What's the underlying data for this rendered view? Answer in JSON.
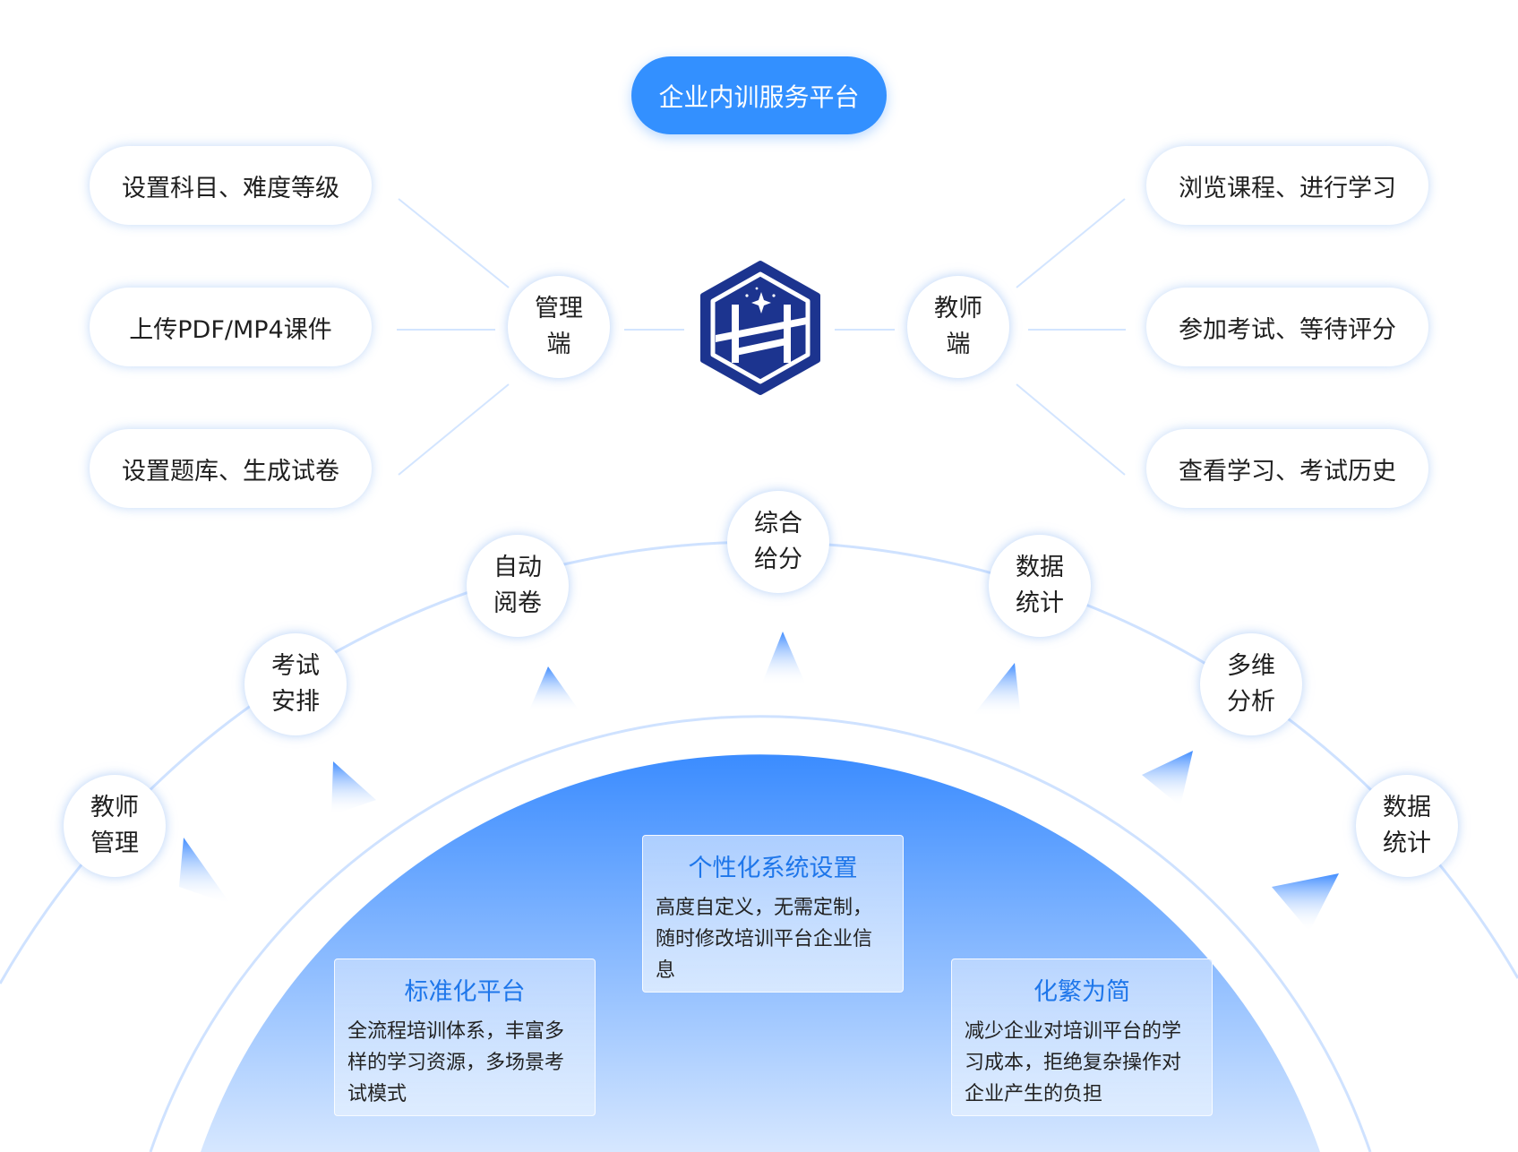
{
  "title": "企业内训服务平台",
  "admin": {
    "label_line1": "管理",
    "label_line2": "端",
    "items": [
      "设置科目、难度等级",
      "上传PDF/MP4课件",
      "设置题库、生成试卷"
    ]
  },
  "teacher": {
    "label_line1": "教师",
    "label_line2": "端",
    "items": [
      "浏览课程、进行学习",
      "参加考试、等待评分",
      "查看学习、考试历史"
    ]
  },
  "arc_nodes": [
    {
      "l1": "教师",
      "l2": "管理"
    },
    {
      "l1": "考试",
      "l2": "安排"
    },
    {
      "l1": "自动",
      "l2": "阅卷"
    },
    {
      "l1": "综合",
      "l2": "给分"
    },
    {
      "l1": "数据",
      "l2": "统计"
    },
    {
      "l1": "多维",
      "l2": "分析"
    },
    {
      "l1": "数据",
      "l2": "统计"
    }
  ],
  "cards": [
    {
      "title": "个性化系统设置",
      "body": "高度自定义，无需定制，随时修改培训平台企业信息"
    },
    {
      "title": "标准化平台",
      "body": "全流程培训体系，丰富多样的学习资源，多场景考试模式"
    },
    {
      "title": "化繁为简",
      "body": "减少企业对培训平台的学习成本，拒绝复杂操作对企业产生的负担"
    }
  ],
  "colors": {
    "primary": "#3390ff",
    "logo": "#1c348f",
    "card_title": "#1e76ea"
  }
}
